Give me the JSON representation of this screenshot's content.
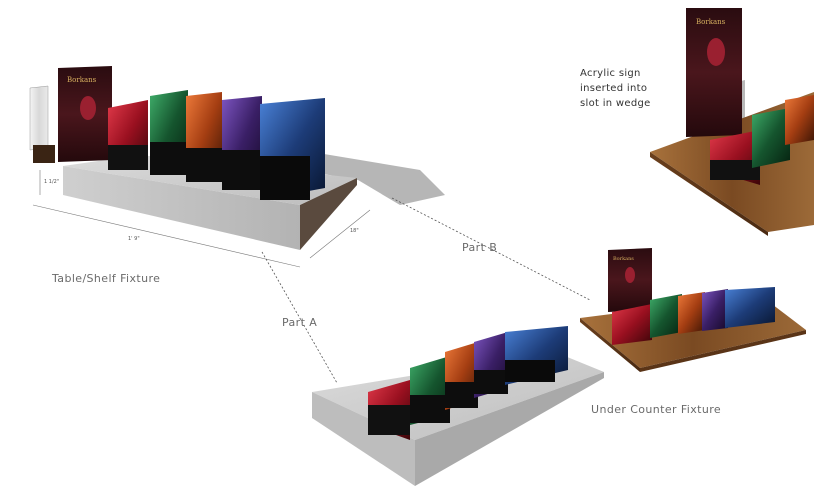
{
  "labels": {
    "table_shelf_fixture": "Table/Shelf Fixture",
    "under_counter_fixture": "Under Counter Fixture",
    "part_a": "Part A",
    "part_b": "Part B",
    "acrylic_line1": "Acrylic sign",
    "acrylic_line2": "inserted into",
    "acrylic_line3": "slot in wedge"
  },
  "dimensions": {
    "height": "1 1/2\"",
    "length": "1' 9\"",
    "depth": "18\""
  },
  "brand": {
    "logo_text": "Borkans"
  },
  "colors": {
    "concrete": "#c7c7c7",
    "wood": "#8a5a2e",
    "red": "#b11f2e",
    "green": "#1d6b3c",
    "orange": "#c4561c",
    "purple": "#4b2a7a",
    "blue": "#23488a",
    "sign": "#3a1216"
  }
}
